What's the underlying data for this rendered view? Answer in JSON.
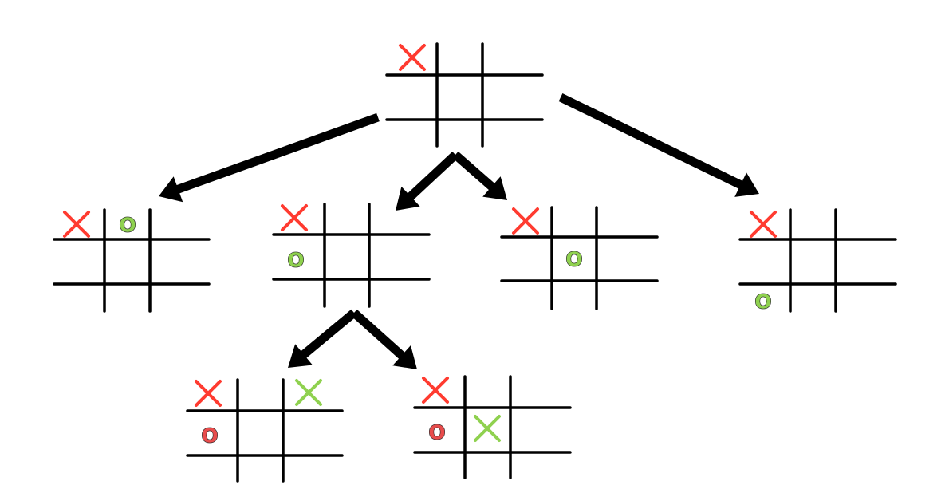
{
  "diagram": {
    "description_type": "game-tree",
    "colors": {
      "line": "#000000",
      "arrow": "#000000",
      "x_red": "#ff3b30",
      "x_green": "#8fd14f",
      "o_green": "#8fd14f",
      "o_red": "#e84c4c"
    },
    "boards": [
      {
        "id": "root",
        "marks": [
          {
            "cell": 0,
            "symbol": "X",
            "color": "red"
          }
        ]
      },
      {
        "id": "child-1",
        "marks": [
          {
            "cell": 0,
            "symbol": "X",
            "color": "red"
          },
          {
            "cell": 1,
            "symbol": "O",
            "color": "green"
          }
        ]
      },
      {
        "id": "child-2",
        "marks": [
          {
            "cell": 0,
            "symbol": "X",
            "color": "red"
          },
          {
            "cell": 3,
            "symbol": "O",
            "color": "green"
          }
        ]
      },
      {
        "id": "child-3",
        "marks": [
          {
            "cell": 0,
            "symbol": "X",
            "color": "red"
          },
          {
            "cell": 4,
            "symbol": "O",
            "color": "green"
          }
        ]
      },
      {
        "id": "child-4",
        "marks": [
          {
            "cell": 0,
            "symbol": "X",
            "color": "red"
          },
          {
            "cell": 6,
            "symbol": "O",
            "color": "green"
          }
        ]
      },
      {
        "id": "grandchild-1",
        "marks": [
          {
            "cell": 0,
            "symbol": "X",
            "color": "red"
          },
          {
            "cell": 2,
            "symbol": "X",
            "color": "green"
          },
          {
            "cell": 3,
            "symbol": "O",
            "color": "red"
          }
        ]
      },
      {
        "id": "grandchild-2",
        "marks": [
          {
            "cell": 0,
            "symbol": "X",
            "color": "red"
          },
          {
            "cell": 3,
            "symbol": "O",
            "color": "red"
          },
          {
            "cell": 4,
            "symbol": "X",
            "color": "green"
          }
        ]
      }
    ],
    "edges": [
      {
        "from": "root",
        "to": "child-1"
      },
      {
        "from": "root",
        "to": "child-2"
      },
      {
        "from": "root",
        "to": "child-3"
      },
      {
        "from": "root",
        "to": "child-4"
      },
      {
        "from": "child-2",
        "to": "grandchild-1"
      },
      {
        "from": "child-2",
        "to": "grandchild-2"
      }
    ]
  }
}
